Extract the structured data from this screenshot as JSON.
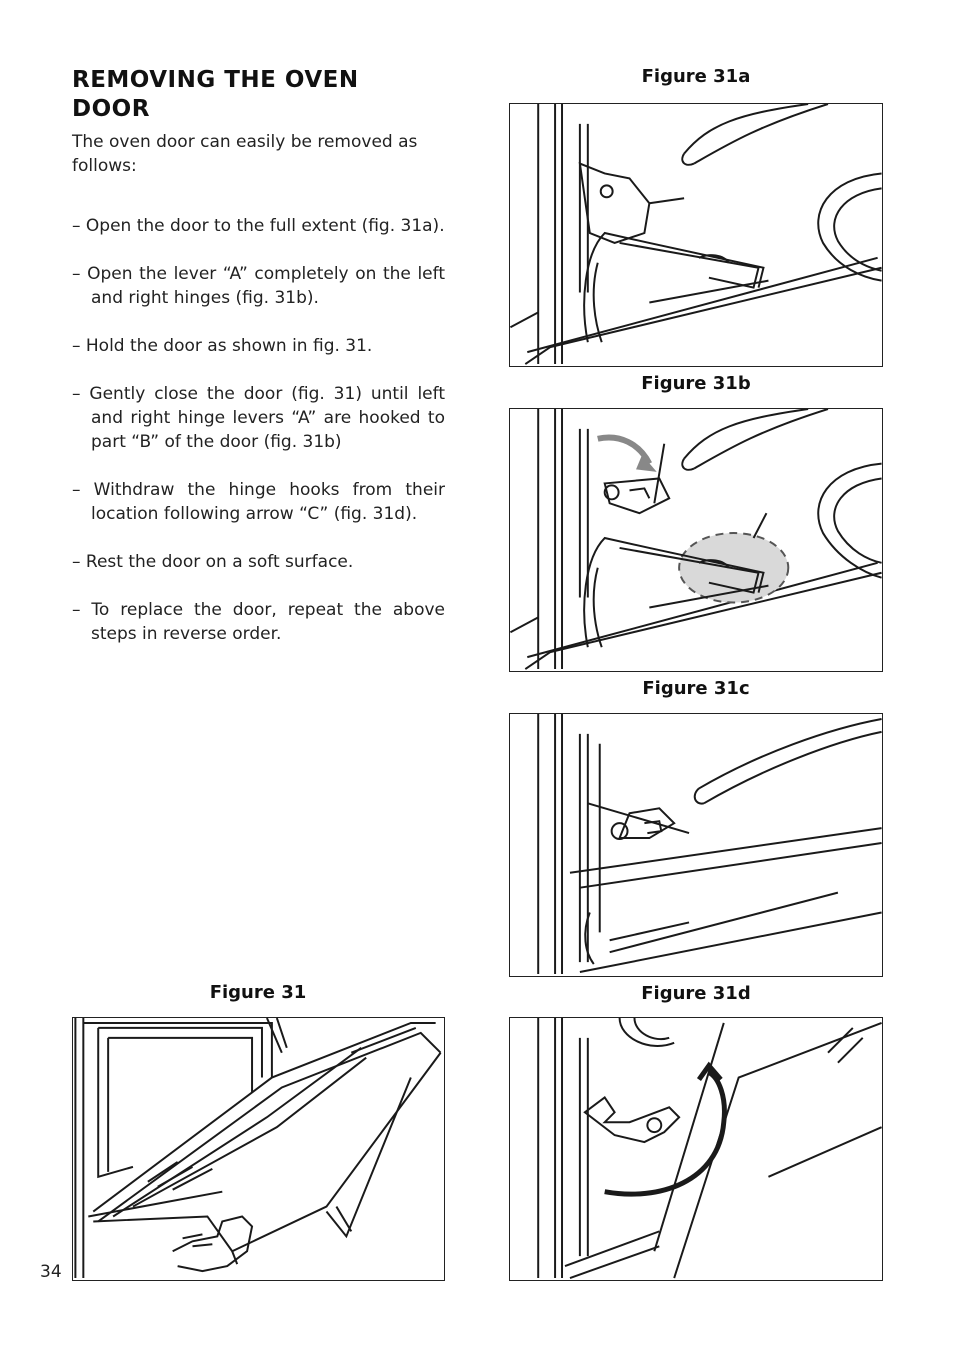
{
  "section": {
    "title": "REMOVING THE OVEN DOOR",
    "intro": "The oven door can easily be removed as follows:"
  },
  "steps": [
    "– Open the door to the full extent (fig. 31a).",
    "– Open the lever “A” completely on the left and right hinges (fig. 31b).",
    "– Hold the door as shown in fig. 31.",
    "– Gently close the door (fig. 31) until left and right hinge levers “A” are hooked to part “B” of the door (fig. 31b)",
    "– Withdraw the hinge hooks from their location following arrow “C” (fig. 31d).",
    "– Rest the door on a soft surface.",
    "– To replace the door, repeat the above steps in reverse order."
  ],
  "figures": {
    "fig31": "Figure 31",
    "fig31a": "Figure 31a",
    "fig31b": "Figure 31b",
    "fig31c": "Figure 31c",
    "fig31d": "Figure 31d"
  },
  "page_number": "34",
  "colors": {
    "ink": "#1a1a1a",
    "highlight": "#d9d9d9",
    "arrow_gray": "#888888"
  }
}
